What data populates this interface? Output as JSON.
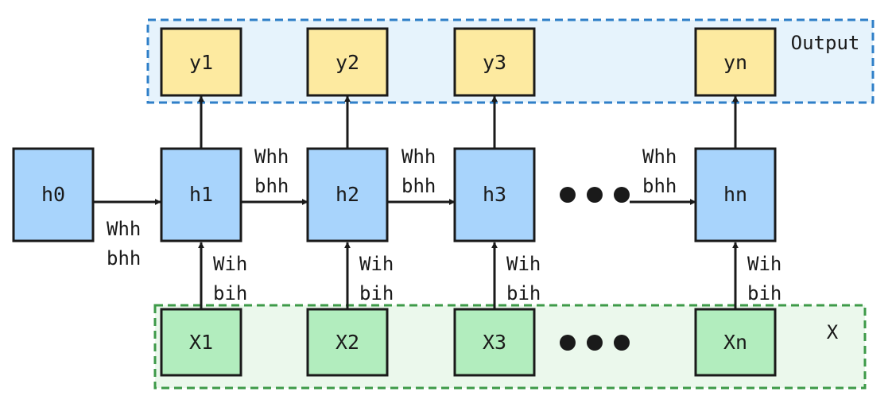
{
  "groups": {
    "output": {
      "label": "Output"
    },
    "input": {
      "label": "X"
    }
  },
  "nodes": {
    "h0": "h0",
    "h1": "h1",
    "h2": "h2",
    "h3": "h3",
    "hn": "hn",
    "y1": "y1",
    "y2": "y2",
    "y3": "y3",
    "yn": "yn",
    "x1": "X1",
    "x2": "X2",
    "x3": "X3",
    "xn": "Xn"
  },
  "edges": {
    "whh": "Whh",
    "bhh": "bhh",
    "wih": "Wih",
    "bih": "bih"
  },
  "colors": {
    "hidden_fill": "#a8d4fc",
    "output_fill": "#fdeaa0",
    "input_fill": "#b2edbe",
    "output_group_fill": "#e6f3fc",
    "output_group_border": "#2f7fc8",
    "input_group_fill": "#ebf8ec",
    "input_group_border": "#3d9a48",
    "stroke": "#1a1a1a"
  }
}
